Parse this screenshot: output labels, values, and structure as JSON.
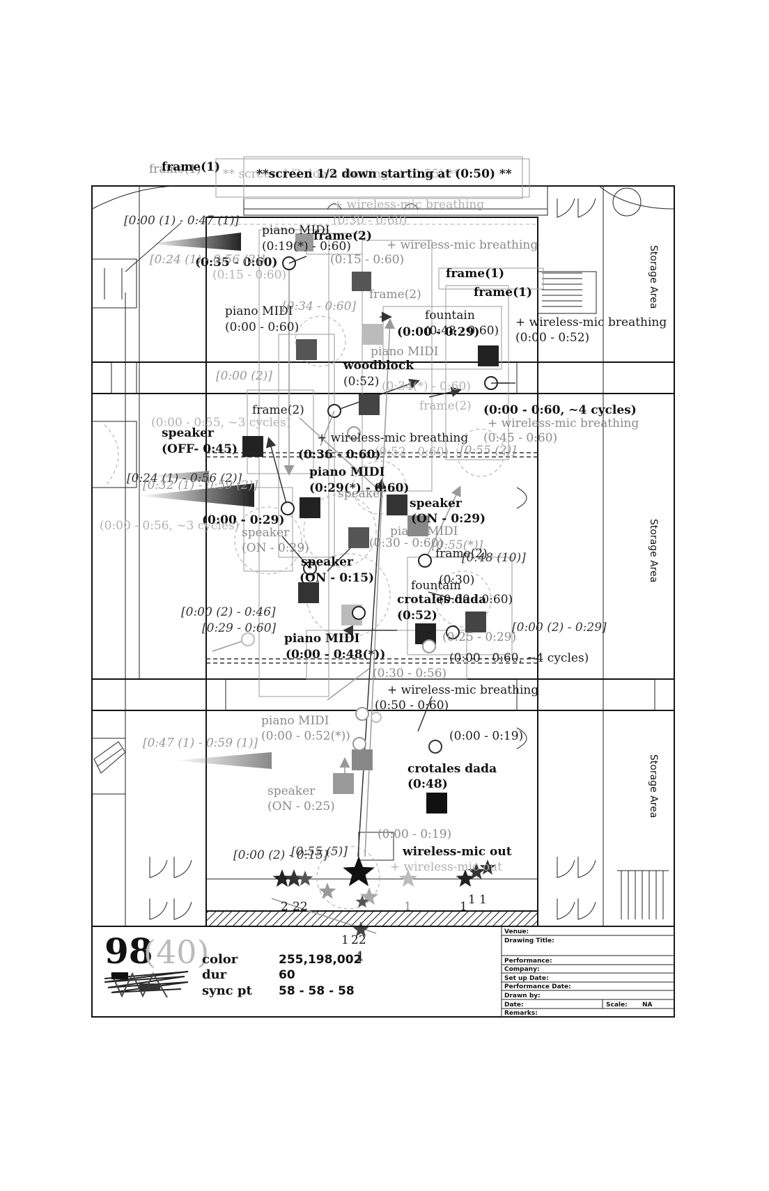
{
  "header": {
    "frame_a": "frame(1)",
    "frame_b": "frame(1)",
    "banner_main": "**screen 1/2 down starting at (0:50) **",
    "banner_ghost": "** screen 1/2 down starting at (0:55) **"
  },
  "side_labels": [
    "Storage Area",
    "Storage Area",
    "Storage Area"
  ],
  "labels": [
    {
      "id": "l1",
      "text": "+ wireless-mic breathing",
      "cls": "lbl-lg"
    },
    {
      "id": "l2",
      "text": "(0:30 - 0:60)",
      "cls": "lbl-lg"
    },
    {
      "id": "l3",
      "text": "[0:00 (1) - 0:47 (1)]",
      "cls": "lbl-i"
    },
    {
      "id": "l4",
      "text": "piano MIDI",
      "cls": "lbl"
    },
    {
      "id": "l5",
      "text": "(0:19(*) - 0:60)",
      "cls": "lbl"
    },
    {
      "id": "l6",
      "text": "frame(2)",
      "cls": "lbl-b"
    },
    {
      "id": "l7",
      "text": "+ wireless-mic breathing",
      "cls": "lbl-g"
    },
    {
      "id": "l8",
      "text": "(0:35 - 0:60)",
      "cls": "lbl-b"
    },
    {
      "id": "l9",
      "text": "(0:15 - 0:60)",
      "cls": "lbl-g"
    },
    {
      "id": "l10",
      "text": "[0:24 (1) - 0:56 (2)]",
      "cls": "lbl-ig"
    },
    {
      "id": "l11",
      "text": "(0:15 - 0:60)",
      "cls": "lbl-lg"
    },
    {
      "id": "l12",
      "text": "frame(1)",
      "cls": "lbl-b"
    },
    {
      "id": "l13",
      "text": "frame(2)",
      "cls": "lbl-g"
    },
    {
      "id": "l14",
      "text": "frame(1)",
      "cls": "lbl-b"
    },
    {
      "id": "l15",
      "text": "piano MIDI",
      "cls": "lbl"
    },
    {
      "id": "l16",
      "text": "(0:00 - 0:60)",
      "cls": "lbl"
    },
    {
      "id": "l17",
      "text": "[0:34 - 0:60]",
      "cls": "lbl-ig"
    },
    {
      "id": "l18",
      "text": "fountain",
      "cls": "lbl"
    },
    {
      "id": "l19",
      "text": "(0:00 - 0:29)",
      "cls": "lbl-b"
    },
    {
      "id": "l20",
      "text": "(0:48 - 0:60)",
      "cls": "lbl"
    },
    {
      "id": "l21",
      "text": "+ wireless-mic breathing",
      "cls": "lbl"
    },
    {
      "id": "l22",
      "text": "(0:00 - 0:52)",
      "cls": "lbl"
    },
    {
      "id": "l23",
      "text": "piano MIDI",
      "cls": "lbl-g"
    },
    {
      "id": "l24",
      "text": "woodblock",
      "cls": "lbl-b"
    },
    {
      "id": "l25",
      "text": "(0:52)",
      "cls": "lbl"
    },
    {
      "id": "l26",
      "text": "[0:00 (2)]",
      "cls": "lbl-ig"
    },
    {
      "id": "l27",
      "text": "(0:34(*) - 0:60)",
      "cls": "lbl-lg"
    },
    {
      "id": "l28",
      "text": "frame(2)",
      "cls": "lbl"
    },
    {
      "id": "l29",
      "text": "(0:00 - 0:55, ~3 cycles)",
      "cls": "lbl-lg"
    },
    {
      "id": "l30",
      "text": "speaker",
      "cls": "lbl-b"
    },
    {
      "id": "l31",
      "text": "(OFF- 0:45)",
      "cls": "lbl-b"
    },
    {
      "id": "l32",
      "text": "+ wireless-mic breathing",
      "cls": "lbl"
    },
    {
      "id": "l33",
      "text": "(0:36 - 0:60)",
      "cls": "lbl-b"
    },
    {
      "id": "l34",
      "text": "(0:52 - 0:60)",
      "cls": "lbl-lg"
    },
    {
      "id": "l35",
      "text": "frame(2)",
      "cls": "lbl-lg"
    },
    {
      "id": "l36",
      "text": "(0:00 - 0:60, ~4 cycles)",
      "cls": "lbl-b"
    },
    {
      "id": "l37",
      "text": "+ wireless-mic breathing",
      "cls": "lbl-g"
    },
    {
      "id": "l38",
      "text": "(0:45 - 0:60)",
      "cls": "lbl-g"
    },
    {
      "id": "l39",
      "text": "[0:55 (2)]",
      "cls": "lbl-ig"
    },
    {
      "id": "l40",
      "text": "[0:24 (1) - 0:56 (2)]",
      "cls": "lbl-i"
    },
    {
      "id": "l41",
      "text": "[0:32 (1) - 0:59 (2)]",
      "cls": "lbl-ig"
    },
    {
      "id": "l42",
      "text": "piano MIDI",
      "cls": "lbl-b"
    },
    {
      "id": "l43",
      "text": "(0:29(*) - 0:60)",
      "cls": "lbl-b"
    },
    {
      "id": "l44",
      "text": "speaker",
      "cls": "lbl-g"
    },
    {
      "id": "l45",
      "text": "speaker",
      "cls": "lbl-b"
    },
    {
      "id": "l46",
      "text": "(ON - 0:29)",
      "cls": "lbl-b"
    },
    {
      "id": "l47",
      "text": "(0:00 - 0:29)",
      "cls": "lbl-b"
    },
    {
      "id": "l48",
      "text": "(0:00 - 0:56, ~3 cycles)",
      "cls": "lbl-lg"
    },
    {
      "id": "l49",
      "text": "speaker",
      "cls": "lbl-g"
    },
    {
      "id": "l50",
      "text": "(ON - 0:29)",
      "cls": "lbl-g"
    },
    {
      "id": "l51",
      "text": "piano MIDI",
      "cls": "lbl-g"
    },
    {
      "id": "l52",
      "text": "(0:30 - 0:60)",
      "cls": "lbl-g"
    },
    {
      "id": "l53",
      "text": "[0:55(*)]",
      "cls": "lbl-ig"
    },
    {
      "id": "l54",
      "text": "frame(2)",
      "cls": "lbl"
    },
    {
      "id": "l55",
      "text": "[0:48 (10)]",
      "cls": "lbl-i"
    },
    {
      "id": "l56",
      "text": "speaker",
      "cls": "lbl-b"
    },
    {
      "id": "l57",
      "text": "(ON - 0:15)",
      "cls": "lbl-b"
    },
    {
      "id": "l58",
      "text": "(0:30)",
      "cls": "lbl"
    },
    {
      "id": "l59",
      "text": "fountain",
      "cls": "lbl"
    },
    {
      "id": "l60",
      "text": "crotales dada",
      "cls": "lbl-b"
    },
    {
      "id": "l61",
      "text": "(0:52)",
      "cls": "lbl-b"
    },
    {
      "id": "l62",
      "text": "(0:00 - 0:60)",
      "cls": "lbl"
    },
    {
      "id": "l63",
      "text": "[0:00 (2) - 0:46]",
      "cls": "lbl-i"
    },
    {
      "id": "l64",
      "text": "[0:29 - 0:60]",
      "cls": "lbl-i"
    },
    {
      "id": "l65",
      "text": "[0:00 (2) - 0:29]",
      "cls": "lbl-i"
    },
    {
      "id": "l66",
      "text": "(0:25 - 0:29)",
      "cls": "lbl-g"
    },
    {
      "id": "l67",
      "text": "piano MIDI",
      "cls": "lbl-b"
    },
    {
      "id": "l68",
      "text": "(0:00 - 0:48(*))",
      "cls": "lbl-b"
    },
    {
      "id": "l69",
      "text": "(0:00 - 0:60, ~4 cycles)",
      "cls": "lbl"
    },
    {
      "id": "l70",
      "text": "(0:30 - 0:56)",
      "cls": "lbl-g"
    },
    {
      "id": "l71",
      "text": "+ wireless-mic breathing",
      "cls": "lbl"
    },
    {
      "id": "l72",
      "text": "(0:50 - 0:60)",
      "cls": "lbl"
    },
    {
      "id": "l73",
      "text": "piano MIDI",
      "cls": "lbl-g"
    },
    {
      "id": "l74",
      "text": "(0:00 - 0:52(*))",
      "cls": "lbl-g"
    },
    {
      "id": "l75",
      "text": "(0:00 - 0:19)",
      "cls": "lbl"
    },
    {
      "id": "l76",
      "text": "[0:47 (1) - 0:59 (1)]",
      "cls": "lbl-ig"
    },
    {
      "id": "l77",
      "text": "crotales dada",
      "cls": "lbl-b"
    },
    {
      "id": "l78",
      "text": "(0:48)",
      "cls": "lbl-b"
    },
    {
      "id": "l79",
      "text": "speaker",
      "cls": "lbl-g"
    },
    {
      "id": "l80",
      "text": "(ON - 0:25)",
      "cls": "lbl-g"
    },
    {
      "id": "l81",
      "text": "(0:00 - 0:19)",
      "cls": "lbl-g"
    },
    {
      "id": "l82",
      "text": "[0:00 (2) - 0:15]",
      "cls": "lbl-i"
    },
    {
      "id": "l83",
      "text": "[0:55 (5)]",
      "cls": "lbl-i"
    },
    {
      "id": "l84",
      "text": "wireless-mic out",
      "cls": "lbl-b"
    },
    {
      "id": "l85",
      "text": "+ wireless-mic out",
      "cls": "lbl-lg"
    },
    {
      "id": "l86",
      "text": "2",
      "cls": "lbl"
    },
    {
      "id": "l87",
      "text": "22",
      "cls": "lbl"
    },
    {
      "id": "l88",
      "text": "1",
      "cls": "lbl-g"
    },
    {
      "id": "l89",
      "text": "1",
      "cls": "lbl"
    },
    {
      "id": "l90",
      "text": "1",
      "cls": "lbl"
    },
    {
      "id": "l91",
      "text": "1",
      "cls": "lbl"
    },
    {
      "id": "l92",
      "text": "1",
      "cls": "lbl"
    },
    {
      "id": "l93",
      "text": "22",
      "cls": "lbl"
    },
    {
      "id": "l94",
      "text": "1",
      "cls": "lbl"
    }
  ],
  "legend": {
    "big_number": "98",
    "paren_number": "(40)",
    "color_key": "color",
    "color_val": "255,198,002",
    "dur_key": "dur",
    "dur_val": "60",
    "sync_key": "sync pt",
    "sync_val": "58 - 58 - 58",
    "extra_mark": "1"
  },
  "title_block": {
    "venue": "Venue:",
    "drawing_title": "Drawing Title:",
    "performance": "Performance:",
    "company": "Company:",
    "setup_date": "Set up Date:",
    "performance_date": "Performance Date:",
    "drawn_by": "Drawn by:",
    "date": "Date:",
    "scale": "Scale:",
    "scale_val": "NA",
    "remarks": "Remarks:"
  },
  "colors": {
    "ink": "#111111",
    "gray": "#8a8a8a",
    "light": "#b0b0b0"
  }
}
